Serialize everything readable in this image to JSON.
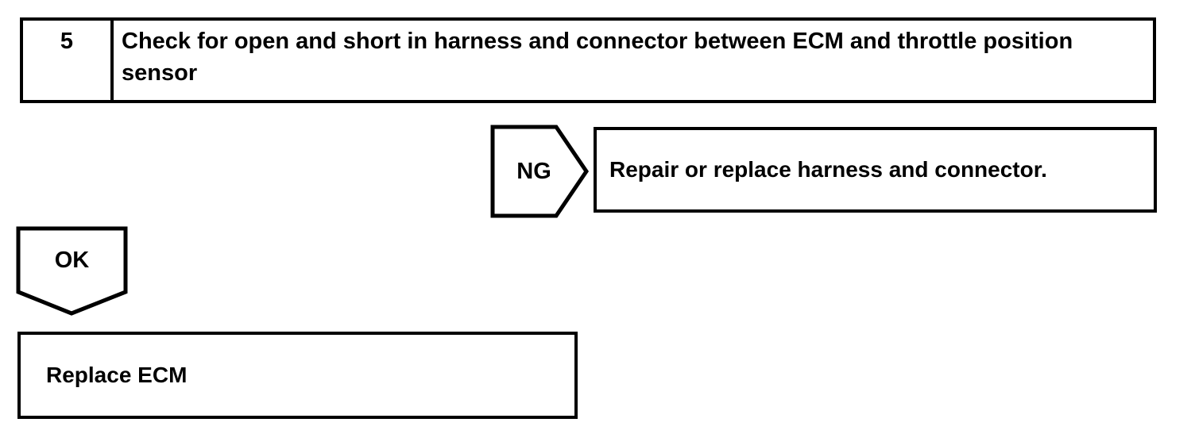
{
  "flowchart": {
    "step": {
      "number": "5",
      "instruction": "Check for open and short in harness and connector between ECM and throttle position sensor"
    },
    "ng_branch": {
      "label": "NG",
      "action": "Repair or replace harness and connector."
    },
    "ok_branch": {
      "label": "OK",
      "action": "Replace ECM"
    },
    "colors": {
      "line": "#000000",
      "background": "#ffffff"
    }
  }
}
